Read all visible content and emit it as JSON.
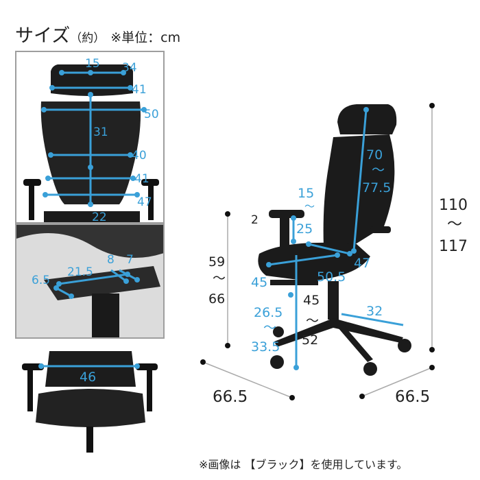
{
  "title": {
    "main": "サイズ",
    "paren": "（約）",
    "unit": "※単位：cm"
  },
  "panel_front": {
    "dims": [
      "15",
      "34",
      "41",
      "50",
      "31",
      "40",
      "41",
      "47",
      "22"
    ]
  },
  "panel_arm": {
    "dims": [
      "8",
      "7",
      "21.5",
      "6.5"
    ]
  },
  "panel_top": {
    "dims": [
      "46"
    ]
  },
  "side_view": {
    "headrest_range": [
      "70",
      "77.5"
    ],
    "arm_top": "15",
    "arm_side_a": "2",
    "arm_side_b": "25",
    "seat_depth": "47",
    "seat_width": "45",
    "seat_depth_range": "50.5",
    "arm_height_range": [
      "59",
      "66"
    ],
    "seat_height_range": [
      "26.5",
      "33.5"
    ],
    "gas_range": [
      "45",
      "52"
    ],
    "base_radius": "32",
    "total_height": [
      "110",
      "117"
    ],
    "wave": "～",
    "footprint_left": "66.5",
    "footprint_right": "66.5"
  },
  "footnote": "※画像は 【ブラック】を使用しています。"
}
